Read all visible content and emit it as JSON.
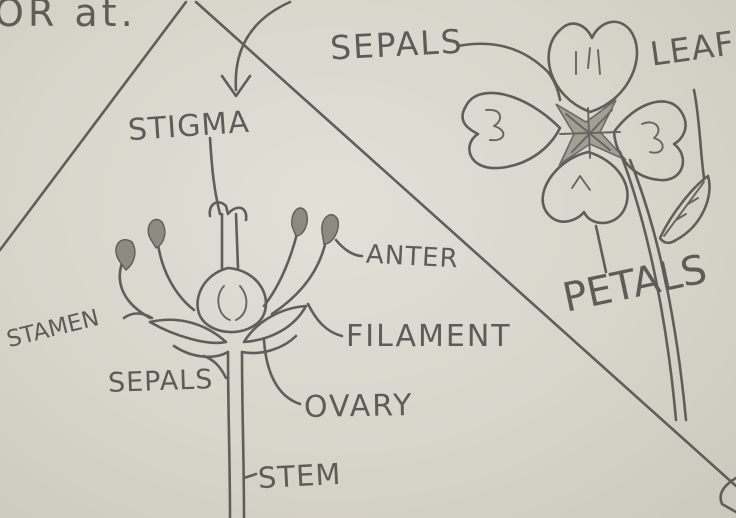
{
  "header": {
    "fragment_text": "OR at."
  },
  "flower_top_view": {
    "labels": {
      "sepals": "SEPALS",
      "leaf": "LEAF",
      "petals": "PETALS"
    }
  },
  "flower_cross_section": {
    "labels": {
      "stigma": "STIGMA",
      "anther": "ANTER",
      "stamen": "STAMEN",
      "filament": "FILAMENT",
      "sepals": "SEPALS",
      "ovary": "OVARY",
      "stem": "STEM"
    }
  },
  "colors": {
    "ink": "#5f5e58",
    "paper": "#d8d5cb"
  }
}
